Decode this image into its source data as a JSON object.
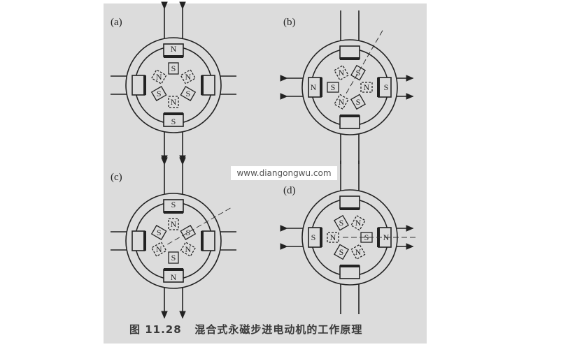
{
  "figure": {
    "caption": "图 11.28   混合式永磁步进电动机的工作原理",
    "watermark": "www.diangongwu.com",
    "panels": [
      {
        "label": "(a)",
        "poles": {
          "top": "N",
          "bottom": "S",
          "left": "",
          "right": ""
        },
        "rotor_front": "S",
        "rotor_rear": "N"
      },
      {
        "label": "(b)",
        "poles": {
          "top": "",
          "bottom": "",
          "left": "N",
          "right": "S"
        },
        "rotor_front": "S",
        "rotor_rear": "N"
      },
      {
        "label": "(c)",
        "poles": {
          "top": "S",
          "bottom": "N",
          "left": "",
          "right": ""
        },
        "rotor_front": "S",
        "rotor_rear": "N"
      },
      {
        "label": "(d)",
        "poles": {
          "top": "",
          "bottom": "",
          "left": "S",
          "right": "N"
        },
        "rotor_front": "S",
        "rotor_rear": "N"
      }
    ]
  }
}
